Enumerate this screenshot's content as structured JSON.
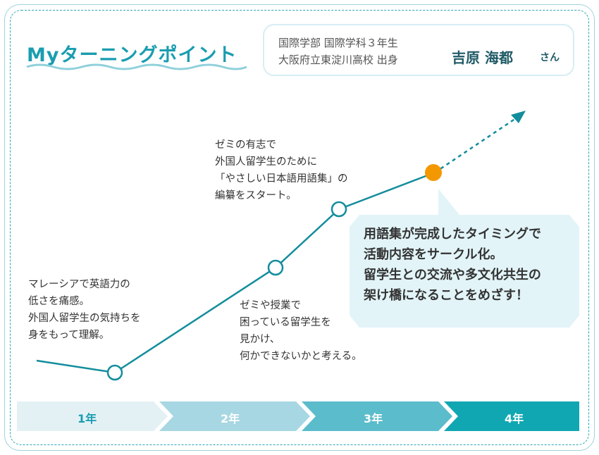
{
  "title": "Myターニングポイント",
  "profile": {
    "line1": "国際学部 国際学科３年生",
    "line2": "大阪府立東淀川高校 出身",
    "name": "吉原 海都",
    "suffix": "さん"
  },
  "notes": {
    "year1": [
      "マレーシアで英語力の",
      "低さを痛感。",
      "外国人留学生の気持ちを",
      "身をもって理解。"
    ],
    "year2": [
      "ゼミや授業で",
      "困っている留学生を",
      "見かけ、",
      "何かできないかと考える。"
    ],
    "year3": [
      "ゼミの有志で",
      "外国人留学生のために",
      "「やさしい日本語用語集」の",
      "編纂をスタート。"
    ]
  },
  "callout": [
    "用語集が完成したタイミングで",
    "活動内容をサークル化。",
    "留学生との交流や多文化共生の",
    "架け橋になることをめざす！"
  ],
  "years": [
    "1年",
    "2年",
    "3年",
    "4年"
  ],
  "colors": {
    "accent": "#1a9db0",
    "line": "#138d9c",
    "point_highlight": "#f39800",
    "callout_bg": "#e2f4f8",
    "year_band": [
      "#e3f1f5",
      "#a7d7e2",
      "#5bbccb",
      "#10a7b3"
    ]
  }
}
